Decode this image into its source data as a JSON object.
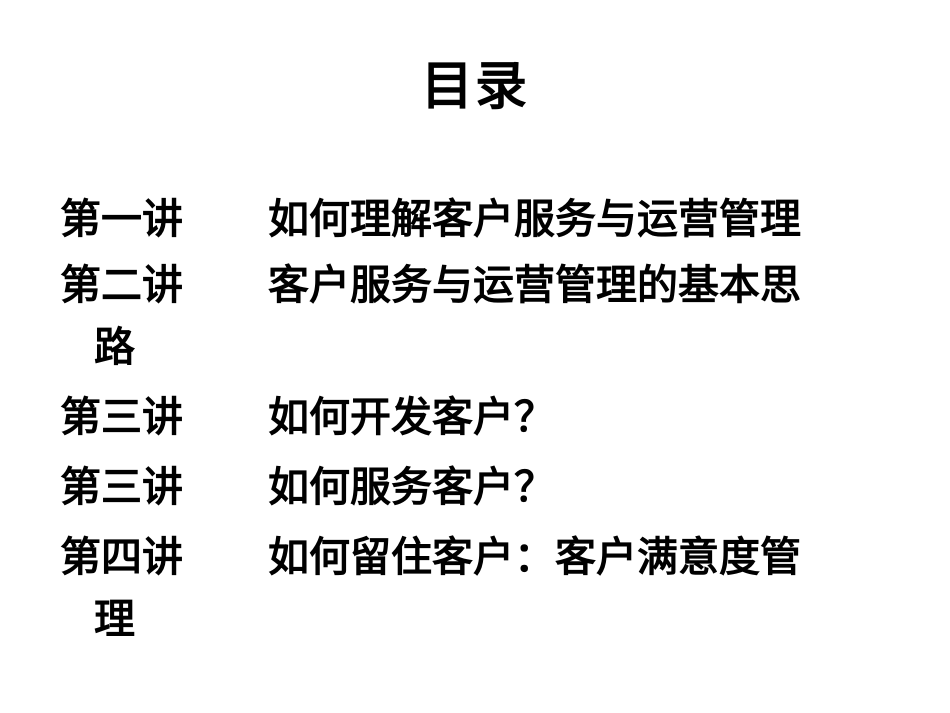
{
  "slide": {
    "title": "目录",
    "items": [
      {
        "label": "第一讲",
        "text": "如何理解客户服务与运营管理",
        "continuation": ""
      },
      {
        "label": "第二讲",
        "text": "客户服务与运营管理的基本思",
        "continuation": "路"
      },
      {
        "label": "第三讲",
        "text": "如何开发客户？",
        "continuation": ""
      },
      {
        "label": "第三讲",
        "text": "如何服务客户？",
        "continuation": ""
      },
      {
        "label": "第四讲",
        "text": "如何留住客户：客户满意度管",
        "continuation": "理"
      }
    ]
  }
}
